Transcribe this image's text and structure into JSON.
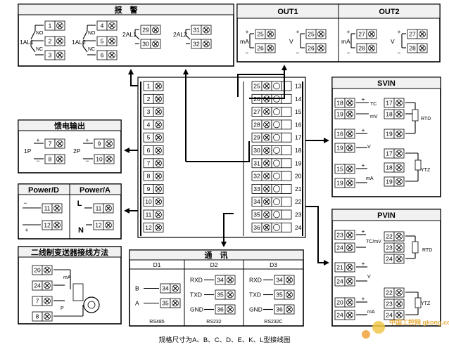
{
  "alarm": {
    "title": "报　警",
    "groups": [
      {
        "name": "1AL1",
        "terminals": [
          "1",
          "2",
          "3"
        ],
        "contacts": [
          "NO",
          "NC"
        ]
      },
      {
        "name": "1AL2",
        "terminals": [
          "4",
          "5",
          "6"
        ],
        "contacts": [
          "NO",
          "NC"
        ]
      },
      {
        "name": "2AL1",
        "terminals": [
          "29",
          "30"
        ]
      },
      {
        "name": "2AL2",
        "terminals": [
          "31",
          "32"
        ]
      }
    ]
  },
  "out1": {
    "title": "OUT1",
    "ma": {
      "label": "mA",
      "terminals": [
        "25",
        "26"
      ]
    },
    "v": {
      "label": "V",
      "terminals": [
        "25",
        "26"
      ]
    }
  },
  "out2": {
    "title": "OUT2",
    "ma": {
      "label": "mA",
      "terminals": [
        "27",
        "28"
      ]
    },
    "v": {
      "label": "V",
      "terminals": [
        "27",
        "28"
      ]
    }
  },
  "feed": {
    "title": "馈电输出",
    "groups": [
      {
        "name": "1P",
        "terminals": [
          "7",
          "8"
        ]
      },
      {
        "name": "2P",
        "terminals": [
          "9",
          "10"
        ]
      }
    ]
  },
  "power": {
    "titles": [
      "Power/D",
      "Power/A"
    ],
    "d_terminals": [
      "11",
      "12"
    ],
    "a_terminals": [
      "11",
      "12"
    ],
    "a_labels": [
      "L",
      "N"
    ]
  },
  "transmitter": {
    "title": "二线制变送器接线方法",
    "terminals": [
      "20",
      "24",
      "7",
      "8"
    ],
    "labels": [
      "mA",
      "P"
    ]
  },
  "center": {
    "left_terminals": [
      "1",
      "2",
      "3",
      "4",
      "5",
      "6",
      "7",
      "8",
      "9",
      "10",
      "11",
      "12"
    ],
    "mid_terminals": [
      "25",
      "26",
      "27",
      "28",
      "29",
      "30",
      "31",
      "32",
      "33",
      "34",
      "35",
      "36"
    ],
    "right_terminals": [
      "13",
      "14",
      "15",
      "16",
      "17",
      "18",
      "19",
      "20",
      "21",
      "22",
      "23",
      "24"
    ]
  },
  "comm": {
    "title": "通　讯",
    "columns": [
      {
        "title": "D1",
        "rows": [
          {
            "sig": "B",
            "t": "34"
          },
          {
            "sig": "A",
            "t": "35"
          }
        ],
        "footer": "RS485"
      },
      {
        "title": "D2",
        "rows": [
          {
            "sig": "RXD",
            "t": "34"
          },
          {
            "sig": "TXD",
            "t": "35"
          },
          {
            "sig": "GND",
            "t": "36"
          }
        ],
        "footer": "RS232"
      },
      {
        "title": "D3",
        "rows": [
          {
            "sig": "RXD",
            "t": "34"
          },
          {
            "sig": "TXD",
            "t": "35"
          },
          {
            "sig": "GND",
            "t": "36"
          }
        ],
        "footer": "RS232C"
      }
    ]
  },
  "svin": {
    "title": "SVIN",
    "tc_label": "TC",
    "mv_label": "mV",
    "rtd_label": "RTD",
    "v_label": "V",
    "ma_label": "mA",
    "ytz_label": "YTZ",
    "left_terminals": [
      "18",
      "19",
      "16",
      "19",
      "15",
      "19"
    ],
    "right_terminals": [
      "17",
      "18",
      "19",
      "17",
      "18",
      "19"
    ]
  },
  "pvin": {
    "title": "PVIN",
    "tcmv_label": "TC/mV",
    "rtd_label": "RTD",
    "v_label": "V",
    "ma_label": "mA",
    "ytz_label": "YTZ",
    "left_terminals": [
      "23",
      "24",
      "21",
      "24",
      "20",
      "24"
    ],
    "right_terminals": [
      "22",
      "23",
      "24",
      "22",
      "23",
      "24"
    ]
  },
  "caption": "规格尺寸为A、B、C、D、E、K、L型接线图",
  "watermark": "中国工控网 gkong.com"
}
